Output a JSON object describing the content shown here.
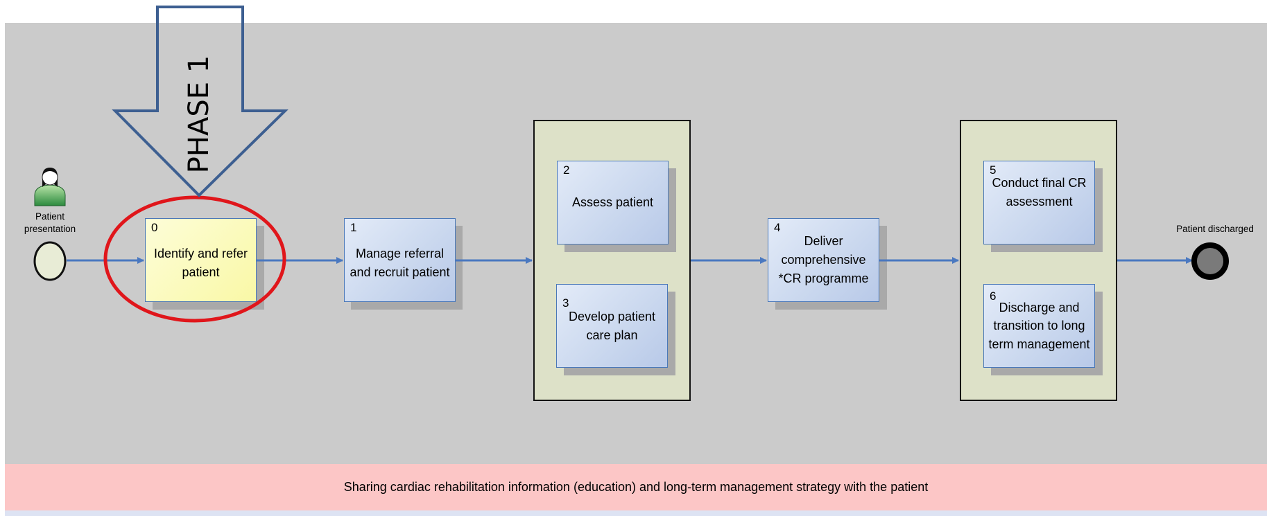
{
  "phase_arrow": {
    "label": "PHASE 1"
  },
  "start_event": {
    "label": "Patient presentation"
  },
  "end_event": {
    "label": "Patient discharged"
  },
  "tasks": [
    {
      "number": "0",
      "label": "Identify and refer patient",
      "highlighted": true
    },
    {
      "number": "1",
      "label": "Manage referral and recruit patient"
    },
    {
      "number": "2",
      "label": "Assess patient"
    },
    {
      "number": "3",
      "label": "Develop patient care plan"
    },
    {
      "number": "4",
      "label": "Deliver comprehensive *CR programme"
    },
    {
      "number": "5",
      "label": "Conduct final CR assessment"
    },
    {
      "number": "6",
      "label": "Discharge and transition to long term management"
    }
  ],
  "bottom_band": {
    "text": "Sharing cardiac rehabilitation information (education) and long-term management strategy with the patient"
  },
  "colors": {
    "lane": "#cbcbcb",
    "band": "#fcc6c6",
    "task_blue": "#c9d7ee",
    "task_highlight": "#f9f8a6",
    "flow_arrow": "#4a78c0",
    "highlight_ring": "#e0161b",
    "phase_arrow_outline": "#3d5f91",
    "group_fill": "#dde1c8"
  }
}
